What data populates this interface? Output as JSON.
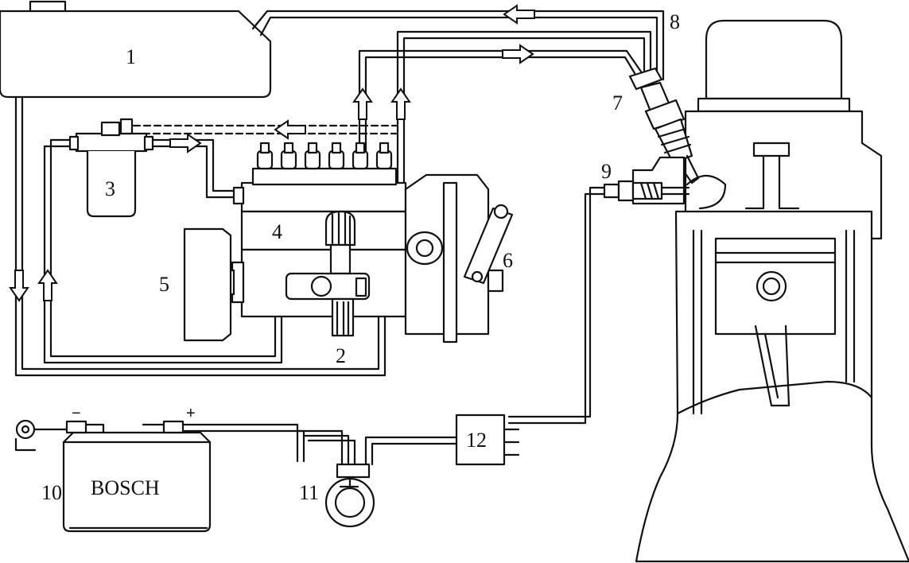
{
  "labels": {
    "l1": "1",
    "l2": "2",
    "l3": "3",
    "l4": "4",
    "l5": "5",
    "l6": "6",
    "l7": "7",
    "l8": "8",
    "l9": "9",
    "l10": "10",
    "l11": "11",
    "l12": "12"
  },
  "battery": {
    "brand": "BOSCH",
    "minus": "−",
    "plus": "+"
  },
  "colors": {
    "line": "#111111",
    "background": "#ffffff"
  }
}
